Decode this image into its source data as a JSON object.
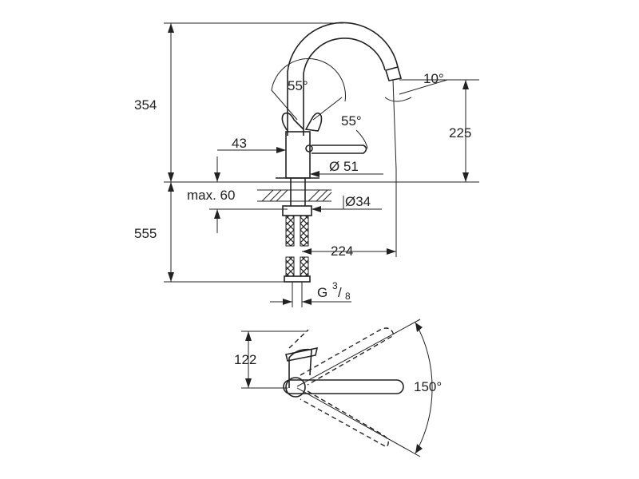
{
  "dimensions": {
    "height_above_deck": "354",
    "spout_height": "225",
    "lever_angle_back": "55°",
    "lever_angle_front": "55°",
    "spout_tilt": "10°",
    "lever_offset": "43",
    "base_diameter": "Ø 51",
    "deck_thickness": "max. 60",
    "hole_diameter": "Ø34",
    "below_deck_length": "555",
    "spout_reach": "224",
    "connection_thread_prefix": "G",
    "connection_thread_num": "3",
    "connection_thread_sep": "/",
    "connection_thread_den": "8",
    "top_view_depth": "122",
    "swivel_angle": "150°"
  }
}
